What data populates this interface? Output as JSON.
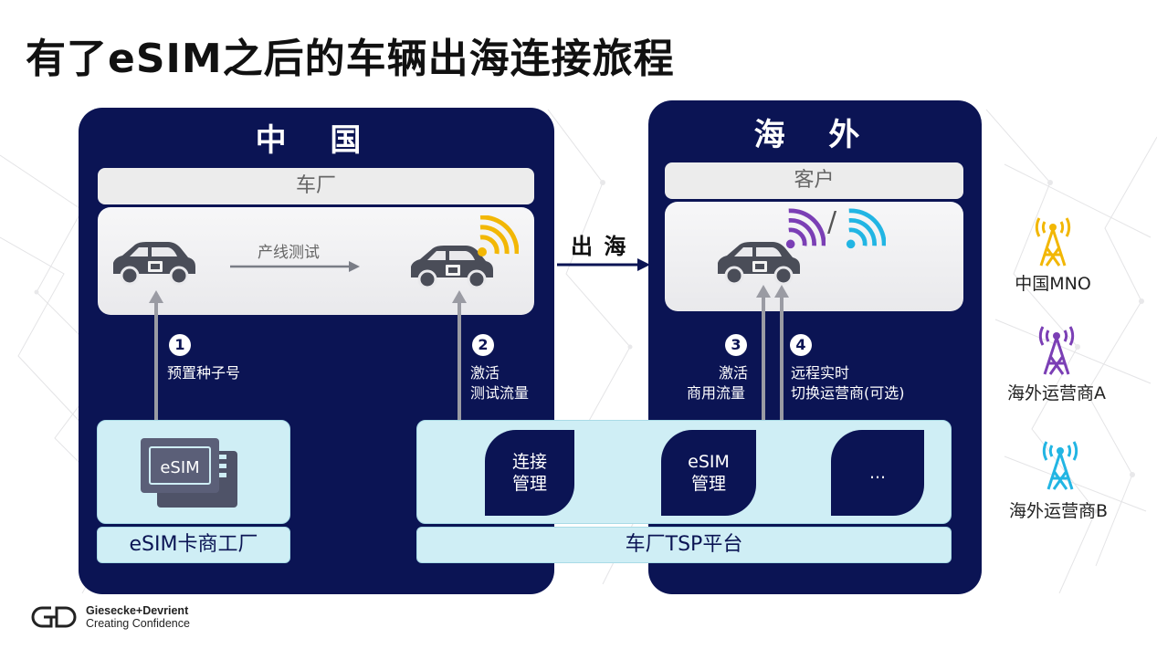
{
  "title": "有了eSIM之后的车辆出海连接旅程",
  "china": {
    "title": "中 国",
    "oem_label": "车厂",
    "production_label": "产线测试",
    "esim_chip_label": "eSIM",
    "esim_factory_label": "eSIM卡商工厂",
    "step1": {
      "num": "1",
      "text": "预置种子号"
    },
    "step2": {
      "num": "2",
      "text_line1": "激活",
      "text_line2": "测试流量"
    }
  },
  "export_label": "出 海",
  "overseas": {
    "title": "海 外",
    "customer_label": "客户",
    "signal_separator": "/",
    "step3": {
      "num": "3",
      "text_line1": "激活",
      "text_line2": "商用流量"
    },
    "step4": {
      "num": "4",
      "text_line1": "远程实时",
      "text_line2": "切换运营商(可选)"
    }
  },
  "tsp": {
    "label": "车厂TSP平台",
    "modules": [
      {
        "line1": "连接",
        "line2": "管理"
      },
      {
        "line1": "eSIM",
        "line2": "管理"
      },
      {
        "line1": "...",
        "line2": ""
      }
    ]
  },
  "legend": [
    {
      "label": "中国MNO",
      "color": "#f2b705",
      "icon": "cell-tower-icon"
    },
    {
      "label": "海外运营商A",
      "color": "#7b3fb5",
      "icon": "cell-tower-icon"
    },
    {
      "label": "海外运营商B",
      "color": "#22b5e3",
      "icon": "cell-tower-icon"
    }
  ],
  "colors": {
    "navy": "#0b1454",
    "cyan_panel": "#cfeef5",
    "signal_yellow": "#f2b705",
    "signal_purple": "#7b3fb5",
    "signal_blue": "#22b5e3"
  },
  "logo": {
    "line1": "Giesecke+Devrient",
    "line2": "Creating Confidence"
  }
}
